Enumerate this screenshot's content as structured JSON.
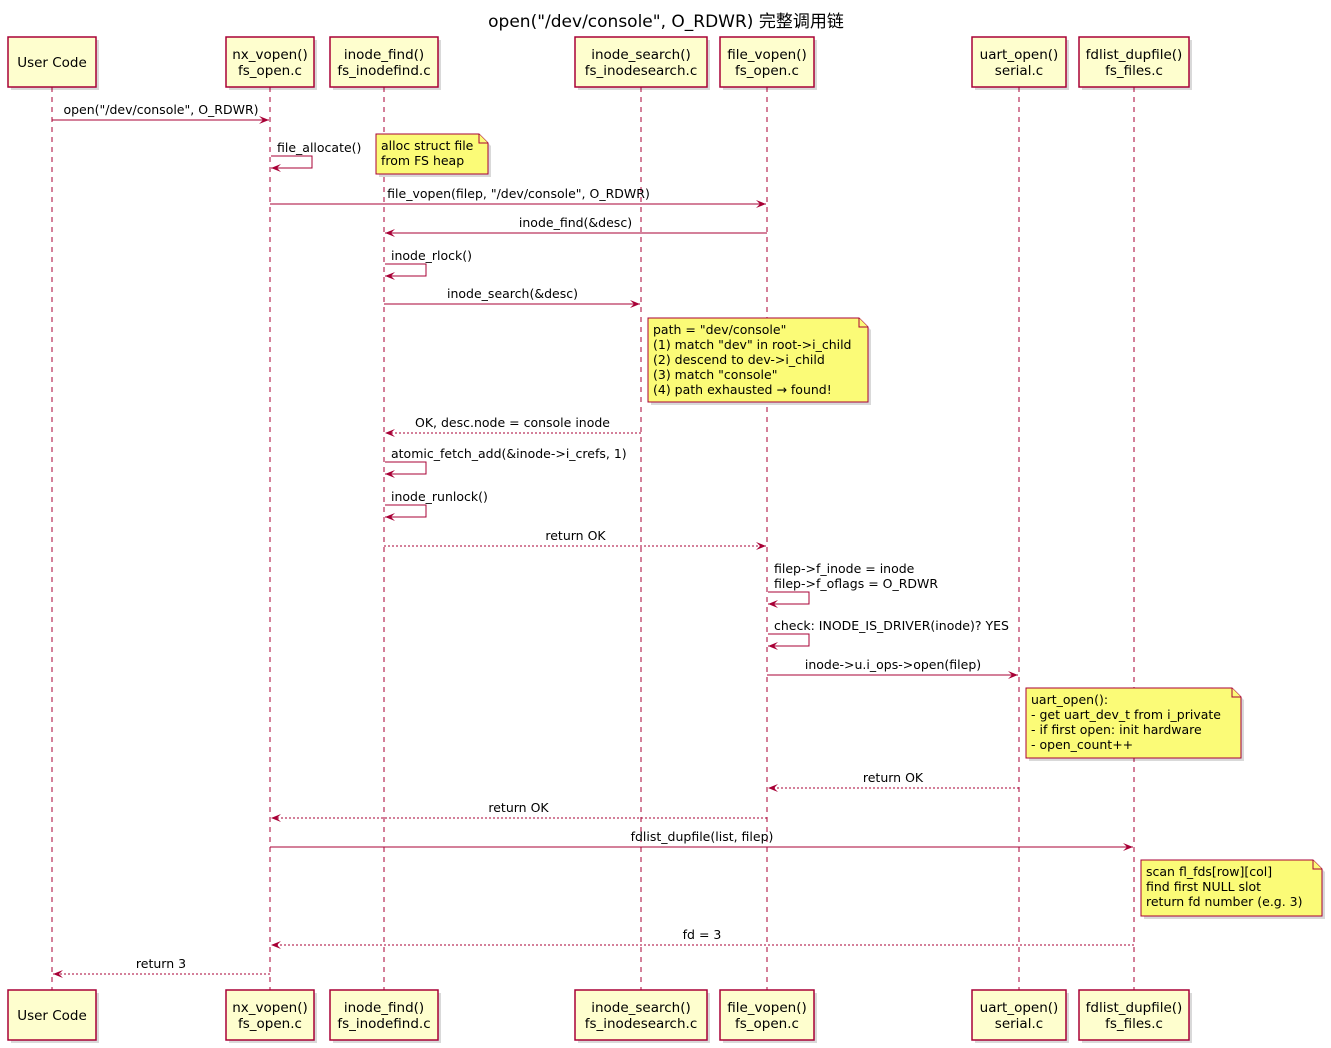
{
  "title": "open(\"/dev/console\", O_RDWR) 完整调用链",
  "participants": [
    {
      "id": "user",
      "lines": [
        "User Code"
      ]
    },
    {
      "id": "nxvopen",
      "lines": [
        "nx_vopen()",
        "fs_open.c"
      ]
    },
    {
      "id": "inodefind",
      "lines": [
        "inode_find()",
        "fs_inodefind.c"
      ]
    },
    {
      "id": "inodesearch",
      "lines": [
        "inode_search()",
        "fs_inodesearch.c"
      ]
    },
    {
      "id": "filevopen",
      "lines": [
        "file_vopen()",
        "fs_open.c"
      ]
    },
    {
      "id": "uartopen",
      "lines": [
        "uart_open()",
        "serial.c"
      ]
    },
    {
      "id": "fdlist",
      "lines": [
        "fdlist_dupfile()",
        "fs_files.c"
      ]
    }
  ],
  "messages": [
    {
      "from": "user",
      "to": "nxvopen",
      "lines": [
        "open(\"/dev/console\", O_RDWR)"
      ],
      "dashed": false
    },
    {
      "from": "nxvopen",
      "to": "nxvopen",
      "lines": [
        "file_allocate()"
      ],
      "dashed": false
    },
    {
      "from": "nxvopen",
      "to": "filevopen",
      "lines": [
        "file_vopen(filep, \"/dev/console\", O_RDWR)"
      ],
      "dashed": false
    },
    {
      "from": "filevopen",
      "to": "inodefind",
      "lines": [
        "inode_find(&desc)"
      ],
      "dashed": false
    },
    {
      "from": "inodefind",
      "to": "inodefind",
      "lines": [
        "inode_rlock()"
      ],
      "dashed": false
    },
    {
      "from": "inodefind",
      "to": "inodesearch",
      "lines": [
        "inode_search(&desc)"
      ],
      "dashed": false
    },
    {
      "from": "inodesearch",
      "to": "inodefind",
      "lines": [
        "OK, desc.node = console inode"
      ],
      "dashed": true
    },
    {
      "from": "inodefind",
      "to": "inodefind",
      "lines": [
        "atomic_fetch_add(&inode->i_crefs, 1)"
      ],
      "dashed": false
    },
    {
      "from": "inodefind",
      "to": "inodefind",
      "lines": [
        "inode_runlock()"
      ],
      "dashed": false
    },
    {
      "from": "inodefind",
      "to": "filevopen",
      "lines": [
        "return OK"
      ],
      "dashed": true
    },
    {
      "from": "filevopen",
      "to": "filevopen",
      "lines": [
        "filep->f_inode = inode",
        "filep->f_oflags = O_RDWR"
      ],
      "dashed": false
    },
    {
      "from": "filevopen",
      "to": "filevopen",
      "lines": [
        "check: INODE_IS_DRIVER(inode)? YES"
      ],
      "dashed": false
    },
    {
      "from": "filevopen",
      "to": "uartopen",
      "lines": [
        "inode->u.i_ops->open(filep)"
      ],
      "dashed": false
    },
    {
      "from": "uartopen",
      "to": "filevopen",
      "lines": [
        "return OK"
      ],
      "dashed": true
    },
    {
      "from": "filevopen",
      "to": "nxvopen",
      "lines": [
        "return OK"
      ],
      "dashed": true
    },
    {
      "from": "nxvopen",
      "to": "fdlist",
      "lines": [
        "fdlist_dupfile(list, filep)"
      ],
      "dashed": false
    },
    {
      "from": "fdlist",
      "to": "nxvopen",
      "lines": [
        "fd = 3"
      ],
      "dashed": true
    },
    {
      "from": "nxvopen",
      "to": "user",
      "lines": [
        "return 3"
      ],
      "dashed": true
    }
  ],
  "notes": [
    {
      "anchor": "nxvopen",
      "lines": [
        "alloc struct file",
        "from FS heap"
      ]
    },
    {
      "anchor": "inodesearch",
      "lines": [
        "path = \"dev/console\"",
        "(1) match \"dev\" in root->i_child",
        "(2) descend to dev->i_child",
        "(3) match \"console\"",
        "(4) path exhausted → found!"
      ]
    },
    {
      "anchor": "uartopen",
      "lines": [
        "uart_open():",
        "- get uart_dev_t from i_private",
        "- if first open: init hardware",
        "- open_count++"
      ]
    },
    {
      "anchor": "fdlist",
      "lines": [
        "scan fl_fds[row][col]",
        "find first NULL slot",
        "return fd number (e.g. 3)"
      ]
    }
  ]
}
